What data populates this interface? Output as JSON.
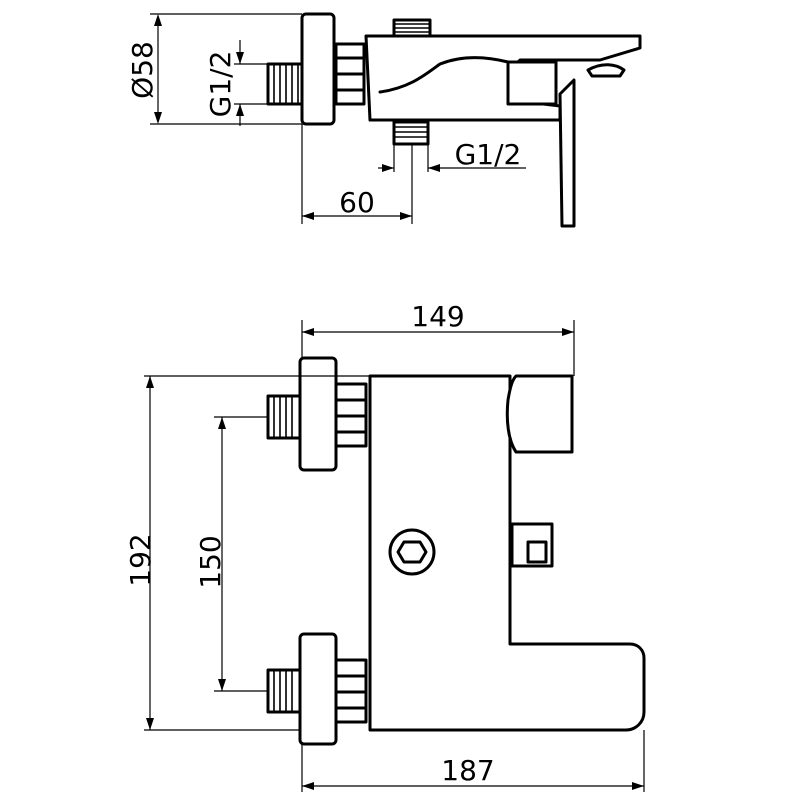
{
  "dimensions": {
    "diameter": "Ø58",
    "thread_inlet": "G1/2",
    "thread_outlet": "G1/2",
    "depth": "60",
    "width": "149",
    "height": "192",
    "center_distance": "150",
    "overall_width": "187"
  }
}
